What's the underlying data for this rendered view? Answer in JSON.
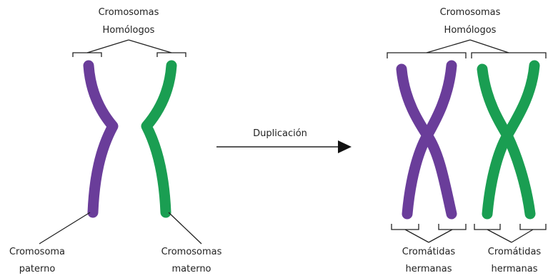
{
  "labels": {
    "homologous_left": [
      "Cromosomas",
      "Homólogos"
    ],
    "homologous_right": [
      "Cromosomas",
      "Homólogos"
    ],
    "paternal": [
      "Cromosoma",
      "paterno"
    ],
    "maternal": [
      "Cromosomas",
      "materno"
    ],
    "arrow": "Duplicación",
    "sister_left": [
      "Cromátidas",
      "hermanas"
    ],
    "sister_right": [
      "Cromátidas",
      "hermanas"
    ]
  },
  "colors": {
    "paternal": "#6a3d9a",
    "maternal": "#1a9e52",
    "line": "#222222"
  }
}
